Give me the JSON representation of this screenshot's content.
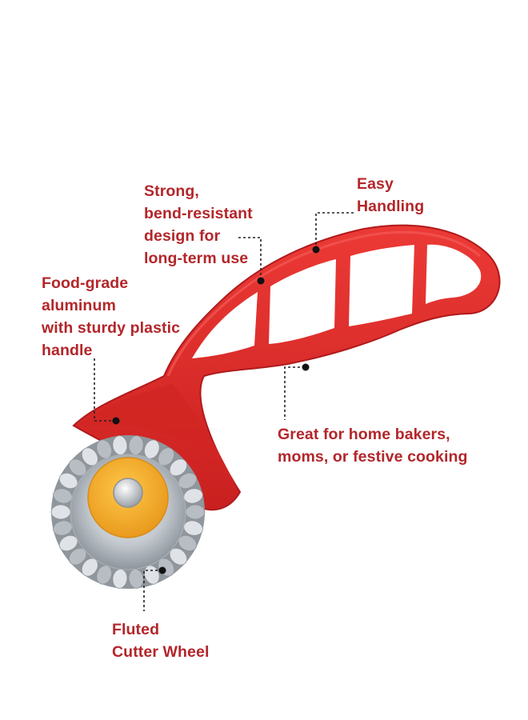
{
  "colors": {
    "label_text": "#b3262a",
    "handle_red": "#e32a2b",
    "handle_dark": "#b81c1f",
    "wheel_metal": "#c9ced4",
    "hub_yellow": "#f6b12e",
    "leader_line": "#222222"
  },
  "callouts": {
    "strong": {
      "lines": [
        "Strong,",
        "bend-resistant",
        "design for",
        "long-term use"
      ]
    },
    "easy": {
      "lines": [
        "Easy",
        "Handling"
      ]
    },
    "food": {
      "lines": [
        "Food-grade",
        "aluminum",
        "with sturdy plastic",
        "handle"
      ]
    },
    "great": {
      "lines": [
        "Great for home bakers,",
        "moms, or festive cooking"
      ]
    },
    "fluted": {
      "lines": [
        "Fluted",
        "Cutter Wheel"
      ]
    }
  }
}
